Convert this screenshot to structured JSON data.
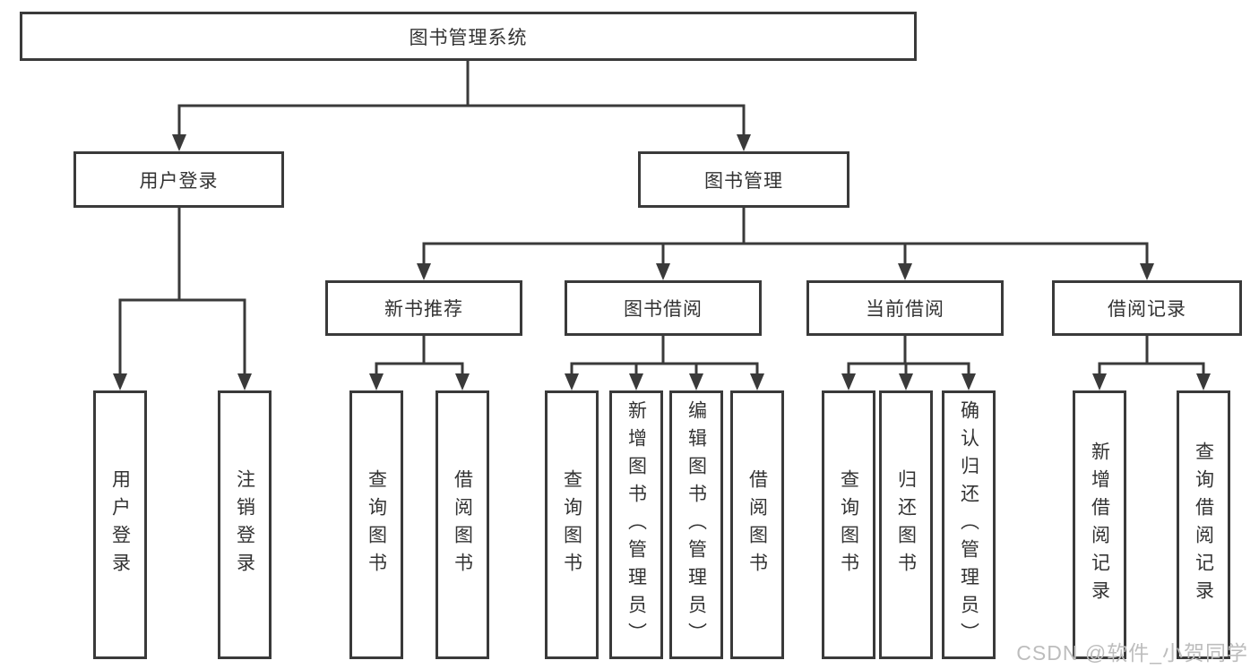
{
  "colors": {
    "line": "#3a3a3a",
    "text": "#333333",
    "background": "#ffffff",
    "watermark": "#bdbdbd"
  },
  "diagram": {
    "root": {
      "label": "图书管理系统"
    },
    "level2": [
      {
        "label": "用户登录"
      },
      {
        "label": "图书管理"
      }
    ],
    "level3": [
      {
        "label": "新书推荐"
      },
      {
        "label": "图书借阅"
      },
      {
        "label": "当前借阅"
      },
      {
        "label": "借阅记录"
      }
    ],
    "leaves": {
      "user_login": [
        "用户登录",
        "注销登录"
      ],
      "new_books": [
        "查询图书",
        "借阅图书"
      ],
      "book_borrow": [
        "查询图书",
        "新增图书（管理员）",
        "编辑图书（管理员）",
        "借阅图书"
      ],
      "current_borrow": [
        "查询图书",
        "归还图书",
        "确认归还（管理员）"
      ],
      "borrow_records": [
        "新增借阅记录",
        "查询借阅记录"
      ]
    }
  },
  "watermark": {
    "text": "CSDN @软件_小贺同学"
  }
}
